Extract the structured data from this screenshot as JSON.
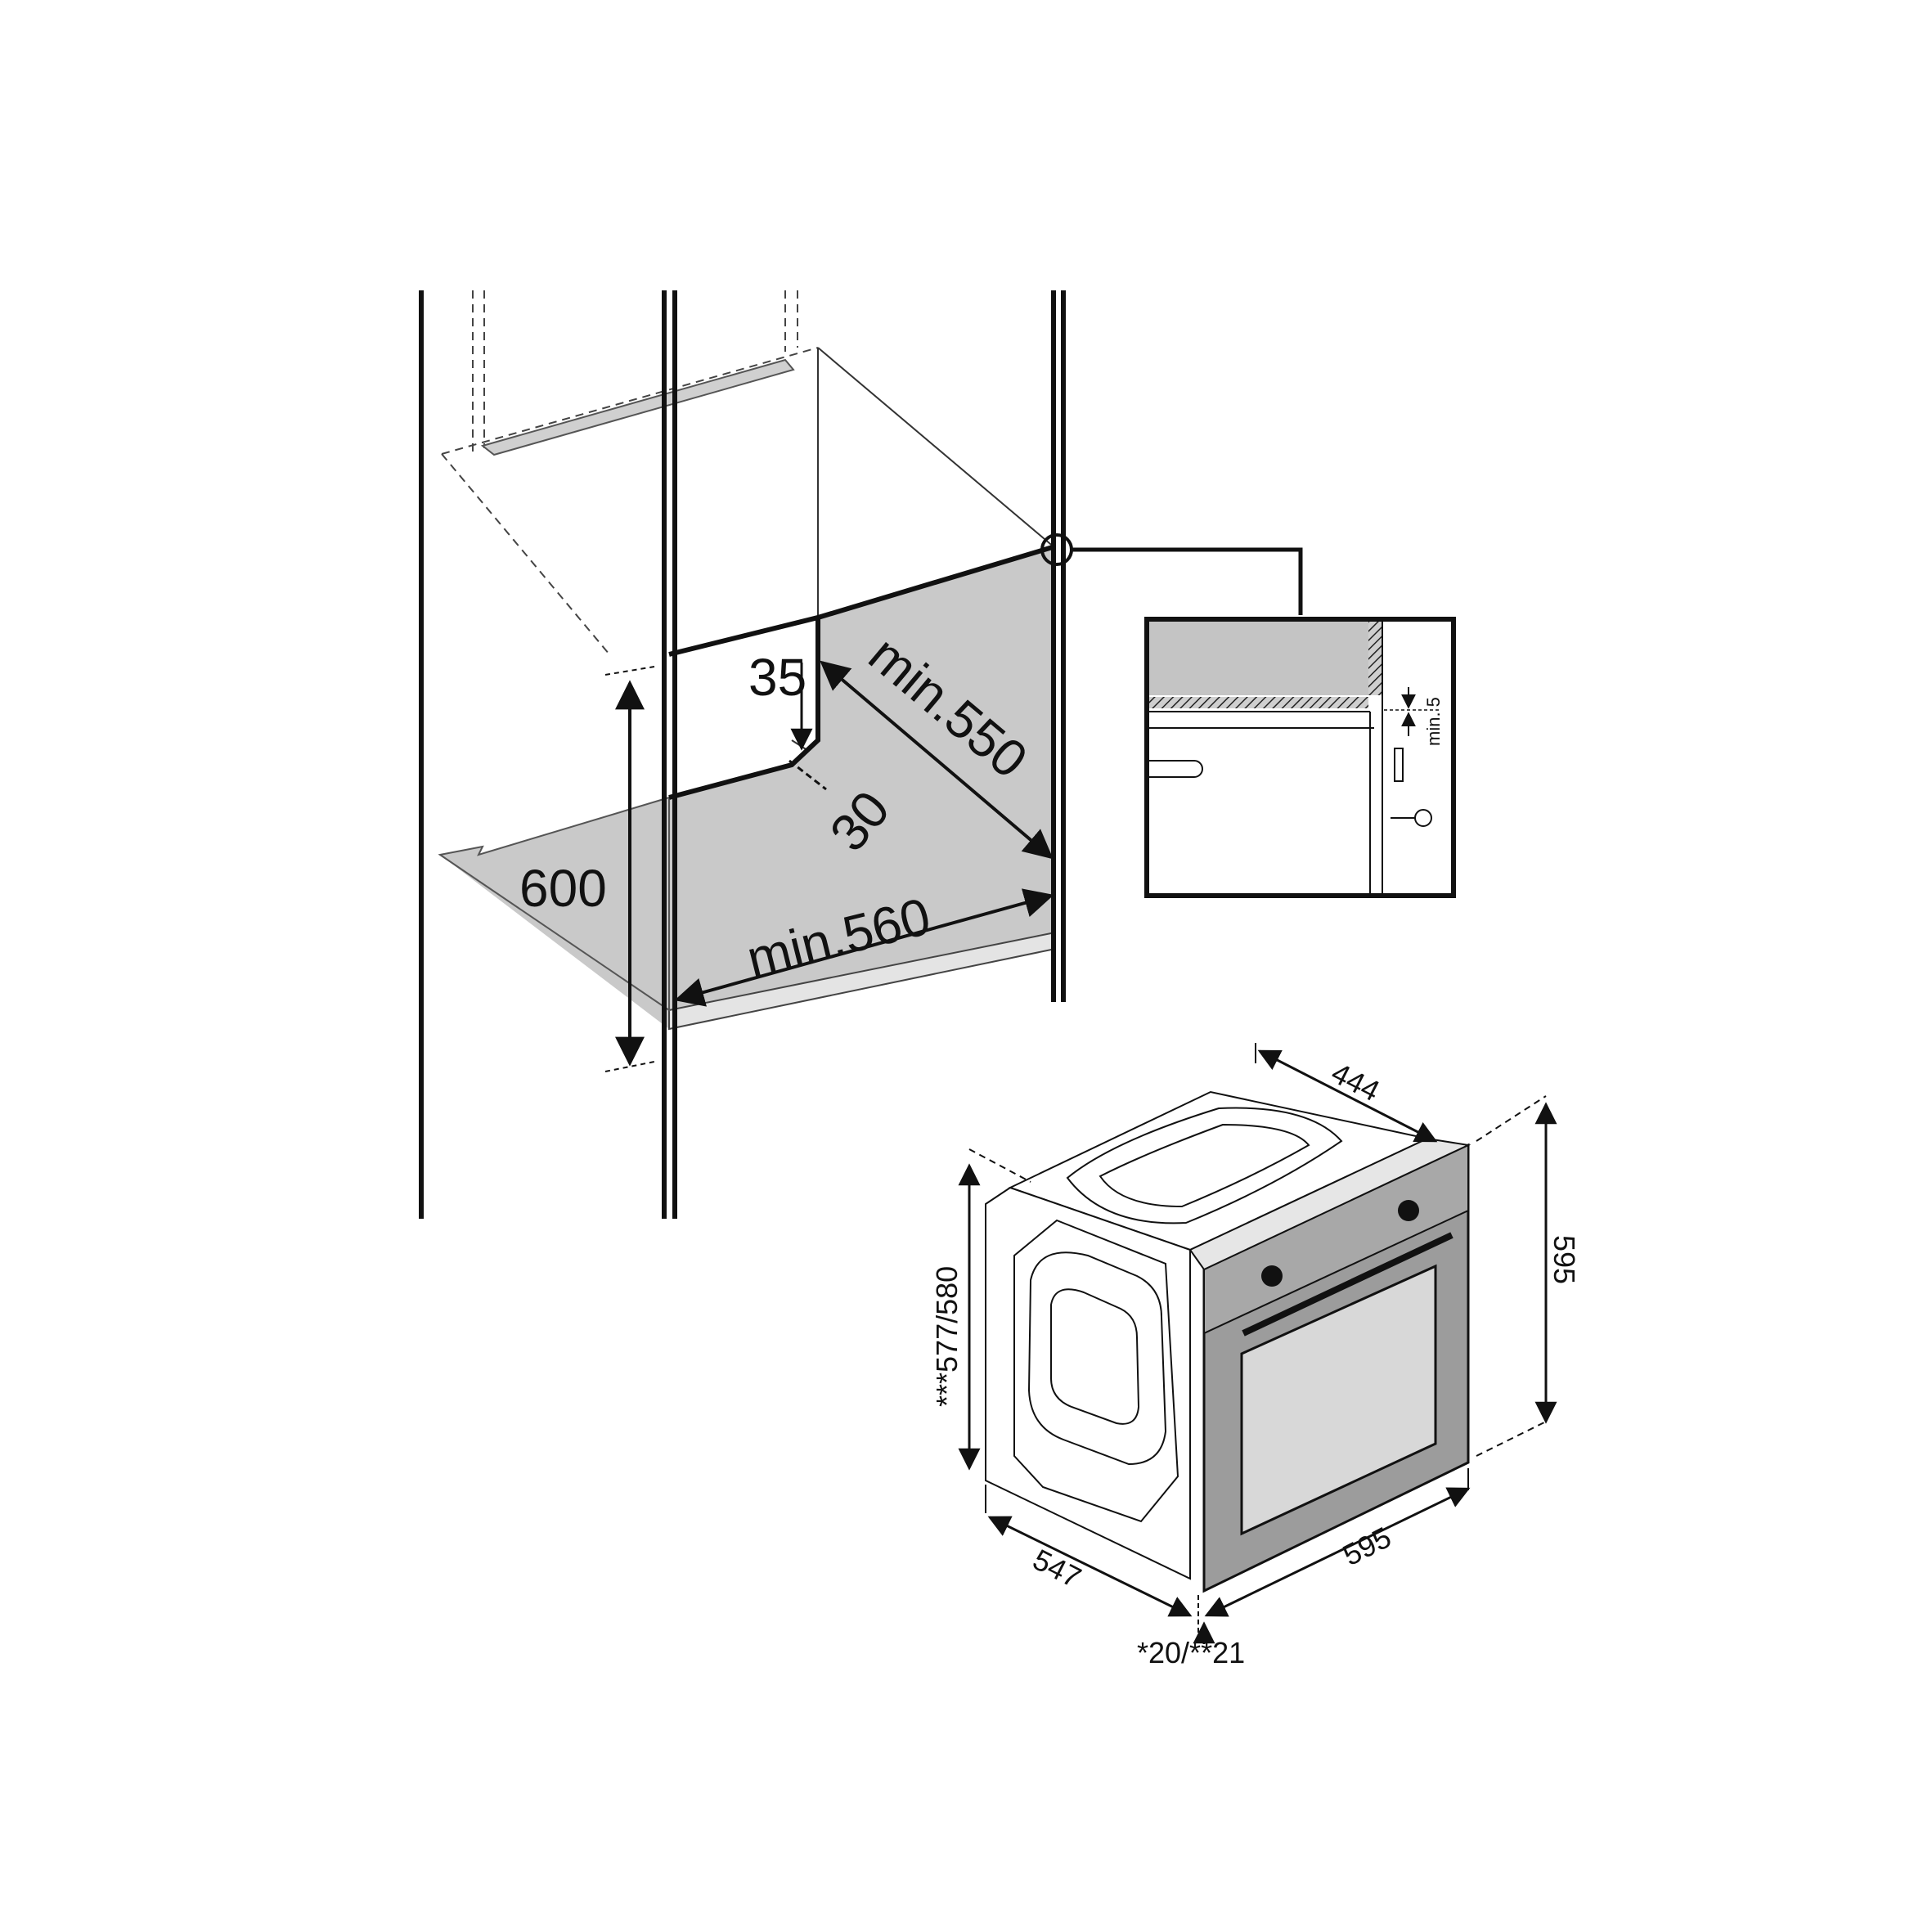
{
  "niche": {
    "height": "600",
    "depth": "min.550",
    "width": "min.560",
    "gap_top": "35",
    "gap_back": "30"
  },
  "detail": {
    "clearance": "min. 5"
  },
  "oven": {
    "top_depth": "444",
    "height": "595",
    "body_height": "***577/580",
    "depth": "547",
    "width": "595",
    "front_thickness": "*20/**21"
  },
  "colors": {
    "shade": "#c9c9c9",
    "oven_front": "#9c9c9c",
    "oven_glass": "#d8d8d8",
    "line": "#111111"
  }
}
